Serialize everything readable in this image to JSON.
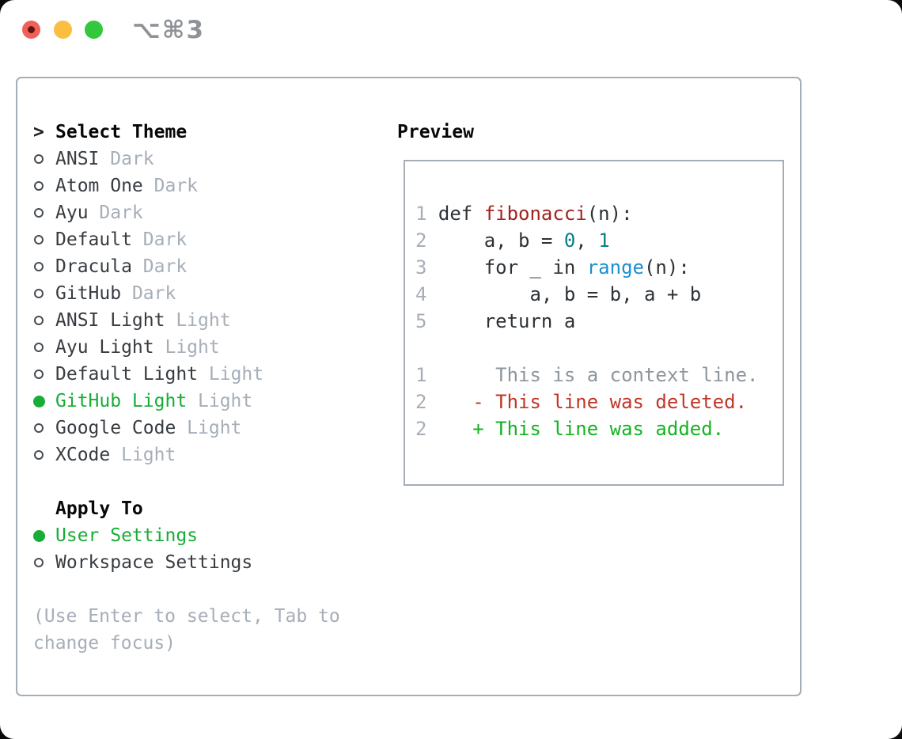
{
  "window": {
    "shortcut": "⌥⌘3",
    "traffic_lights": [
      "close",
      "minimize",
      "zoom"
    ]
  },
  "theme_panel": {
    "header_marker": ">",
    "header": "Select Theme",
    "themes": [
      {
        "name": "ANSI",
        "variant": "Dark",
        "selected": false
      },
      {
        "name": "Atom One",
        "variant": "Dark",
        "selected": false
      },
      {
        "name": "Ayu",
        "variant": "Dark",
        "selected": false
      },
      {
        "name": "Default",
        "variant": "Dark",
        "selected": false
      },
      {
        "name": "Dracula",
        "variant": "Dark",
        "selected": false
      },
      {
        "name": "GitHub",
        "variant": "Dark",
        "selected": false
      },
      {
        "name": "ANSI Light",
        "variant": "Light",
        "selected": false
      },
      {
        "name": "Ayu Light",
        "variant": "Light",
        "selected": false
      },
      {
        "name": "Default Light",
        "variant": "Light",
        "selected": false
      },
      {
        "name": "GitHub Light",
        "variant": "Light",
        "selected": true
      },
      {
        "name": "Google Code",
        "variant": "Light",
        "selected": false
      },
      {
        "name": "XCode",
        "variant": "Light",
        "selected": false
      }
    ],
    "apply_to": {
      "header": "Apply To",
      "options": [
        {
          "label": "User Settings",
          "selected": true
        },
        {
          "label": "Workspace Settings",
          "selected": false
        }
      ]
    },
    "hint": "(Use Enter to select, Tab to change focus)"
  },
  "preview": {
    "header": "Preview",
    "code_lines": [
      {
        "num": "1",
        "segments": [
          {
            "t": "def ",
            "c": "plain"
          },
          {
            "t": "fibonacci",
            "c": "fn"
          },
          {
            "t": "(n):",
            "c": "plain"
          }
        ]
      },
      {
        "num": "2",
        "segments": [
          {
            "t": "    a, b = ",
            "c": "plain"
          },
          {
            "t": "0",
            "c": "num"
          },
          {
            "t": ", ",
            "c": "plain"
          },
          {
            "t": "1",
            "c": "num"
          }
        ]
      },
      {
        "num": "3",
        "segments": [
          {
            "t": "    for _ in ",
            "c": "plain"
          },
          {
            "t": "range",
            "c": "call"
          },
          {
            "t": "(n):",
            "c": "plain"
          }
        ]
      },
      {
        "num": "4",
        "segments": [
          {
            "t": "        a, b = b, a + b",
            "c": "plain"
          }
        ]
      },
      {
        "num": "5",
        "segments": [
          {
            "t": "    return a",
            "c": "plain"
          }
        ]
      }
    ],
    "diff_lines": [
      {
        "num": "1",
        "segments": [
          {
            "t": "     This is a context line.",
            "c": "ctx"
          }
        ]
      },
      {
        "num": "2",
        "segments": [
          {
            "t": "   - This line was deleted.",
            "c": "del"
          }
        ]
      },
      {
        "num": "2",
        "segments": [
          {
            "t": "   + This line was added.",
            "c": "add"
          }
        ]
      }
    ]
  },
  "colors": {
    "selected_green": "#17ad36",
    "added_green": "#12b41f",
    "deleted_red": "#c23528",
    "function_red": "#a32220",
    "number_teal": "#0c7d87",
    "call_blue": "#1b8fd0",
    "border_gray": "#a5adb6",
    "muted_gray": "#a6aeb8",
    "lineno_gray": "#a6aeb8",
    "context_gray": "#8d959d",
    "shortcut_gray": "#8f9398",
    "traffic_red": "#f0605a",
    "traffic_red_dot": "#64140a",
    "traffic_yellow": "#fbbe3f",
    "traffic_green": "#32c73c"
  }
}
